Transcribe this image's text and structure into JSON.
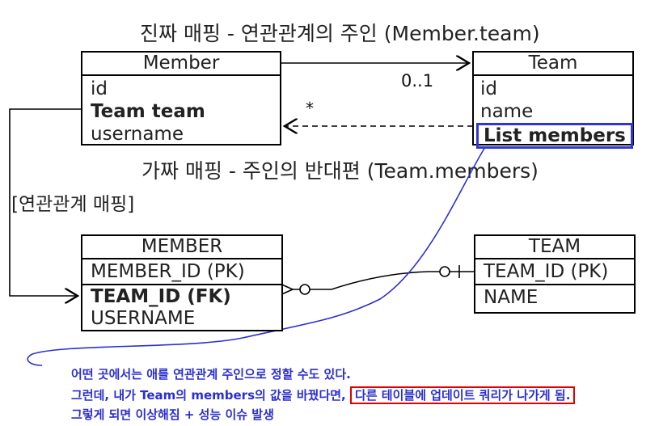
{
  "headings": {
    "real_mapping": "진짜 매핑 - 연관관계의 주인 (Member.team)",
    "fake_mapping": "가짜 매핑 - 주인의 반대편 (Team.members)",
    "association_mapping": "[연관관계 매핑]"
  },
  "member_class": {
    "title": "Member",
    "fields": [
      "id",
      "Team team",
      "username"
    ]
  },
  "team_class": {
    "title": "Team",
    "fields": [
      "id",
      "name",
      "List members"
    ]
  },
  "multiplicity": {
    "one": "0..1",
    "many": "*"
  },
  "member_table": {
    "title": "MEMBER",
    "pk": "MEMBER_ID (PK)",
    "fk": "TEAM_ID (FK)",
    "col": "USERNAME"
  },
  "team_table": {
    "title": "TEAM",
    "pk": "TEAM_ID (PK)",
    "col": "NAME"
  },
  "notes": {
    "line1": "어떤 곳에서는 애를 연관관계 주인으로 정할 수도 있다.",
    "line2_prefix": "그런데, 내가 Team의 members의 값을 바꿨다면,",
    "line2_highlight": "다른 테이블에 업데이트 쿼리가 나가게 됨.",
    "line3": "그렇게 되면 이상해짐 + 성능 이슈 발생"
  },
  "colors": {
    "annotation_blue": "#2b2fd0",
    "highlight_red": "#e00000",
    "line": "#000000"
  }
}
